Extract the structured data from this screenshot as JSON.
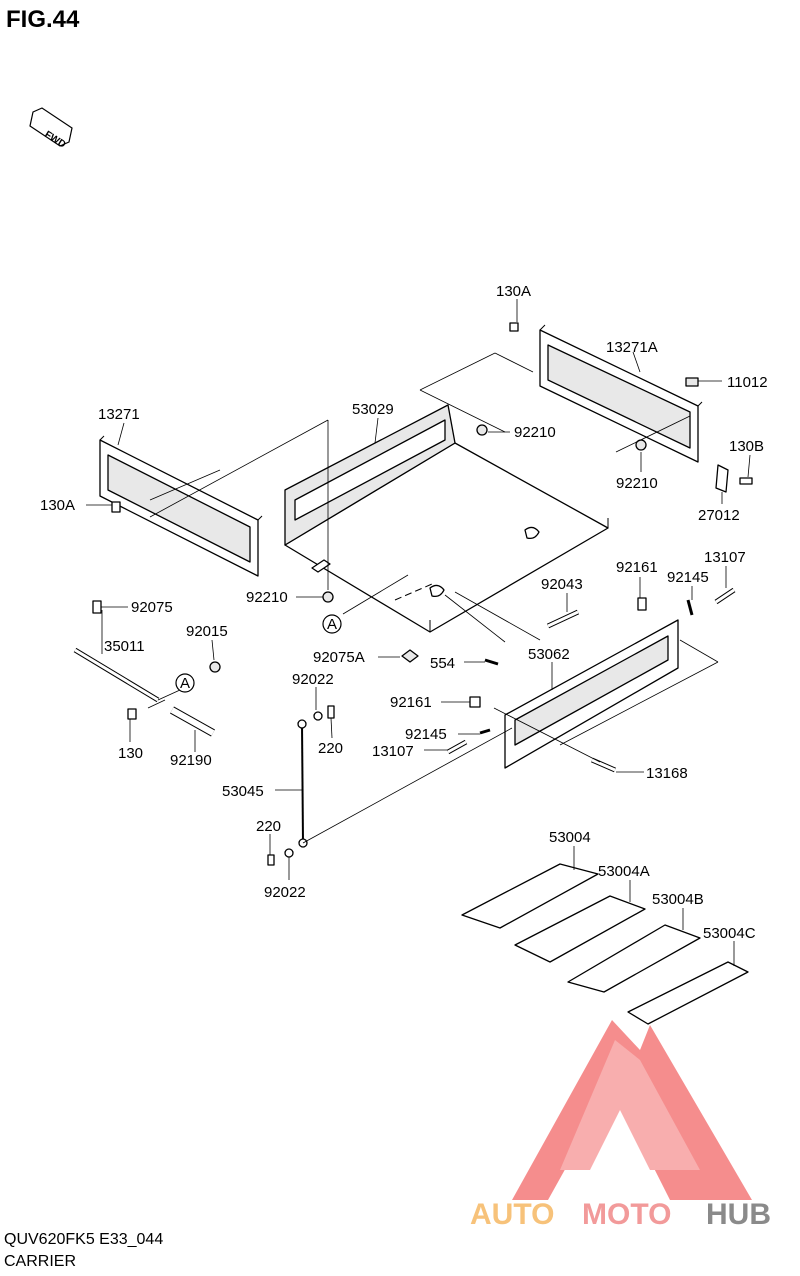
{
  "figure": {
    "title": "FIG.44",
    "fwd_label": "FWD"
  },
  "callout_A": "A",
  "labels": {
    "p130A_top": "130A",
    "p13271A": "13271A",
    "p11012": "11012",
    "p53029": "53029",
    "p92210_a": "92210",
    "p92210_b": "92210",
    "p130B": "130B",
    "p13271": "13271",
    "p27012": "27012",
    "p130A_left": "130A",
    "p92161_a": "92161",
    "p13107_a": "13107",
    "p92145_a": "92145",
    "p92210_c": "92210",
    "p92043": "92043",
    "p92075": "92075",
    "p92015": "92015",
    "p35011": "35011",
    "p92075A": "92075A",
    "p554": "554",
    "p53062": "53062",
    "p92022_a": "92022",
    "p92161_b": "92161",
    "p220_a": "220",
    "p92145_b": "92145",
    "p13107_b": "13107",
    "p130": "130",
    "p92190": "92190",
    "p13168": "13168",
    "p53045": "53045",
    "p220_b": "220",
    "p92022_b": "92022",
    "p53004": "53004",
    "p53004A": "53004A",
    "p53004B": "53004B",
    "p53004C": "53004C"
  },
  "footer": {
    "model_code": "QUV620FK5 E33_044",
    "section": "CARRIER"
  },
  "watermark": {
    "text_part1": "AUTO",
    "text_part2": "MOTO",
    "text_part3": "HUB",
    "color_part1": "#f7c27a",
    "color_part2": "#f29a9a",
    "color_part3": "#8a8a8a",
    "logo_color": "#f47a7a"
  }
}
